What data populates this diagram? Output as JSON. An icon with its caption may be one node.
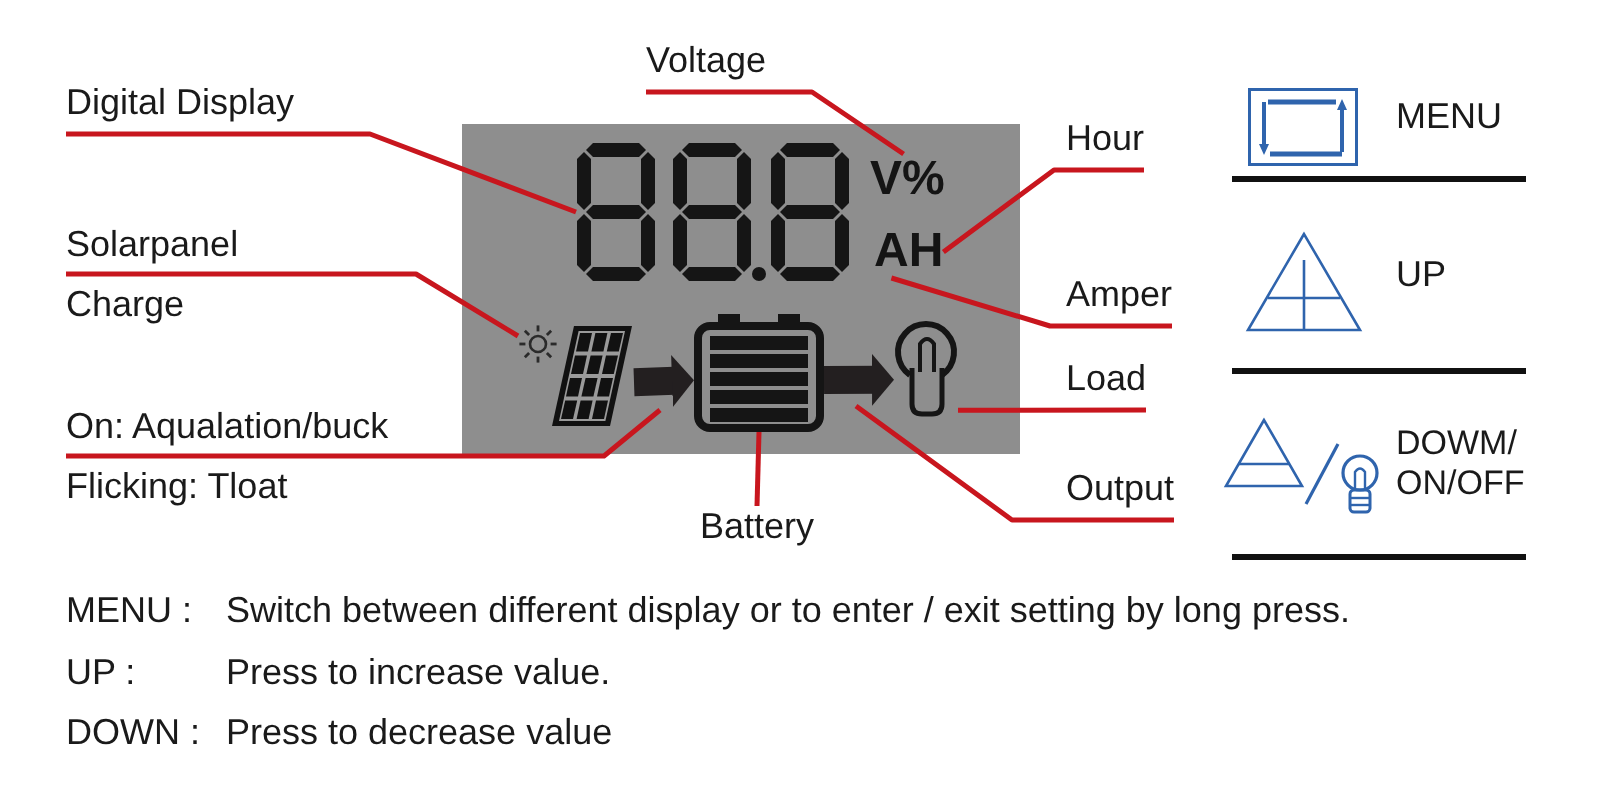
{
  "diagram": {
    "nodes": [
      {
        "text": [
          "Voltage"
        ]
      },
      {
        "text": [
          "Digital Display"
        ]
      },
      {
        "text": [
          "Hour"
        ]
      },
      {
        "text": [],
        "shape": "box"
      },
      {
        "text": [],
        "shape": "picture",
        "in": 3
      },
      {
        "text": [
          "V%"
        ],
        "in": 3
      },
      {
        "text": [
          "AH"
        ],
        "in": 3
      },
      {
        "text": [],
        "shape": "picture",
        "in": 3
      },
      {
        "text": [],
        "shape": "picture",
        "in": 3
      },
      {
        "text": [],
        "shape": "picture",
        "in": 3
      },
      {
        "text": [],
        "shape": "picture",
        "in": 3
      },
      {
        "text": [
          "Solarpanel",
          "Charge"
        ]
      },
      {
        "text": [
          "Amper"
        ]
      },
      {
        "text": [
          "Load"
        ]
      },
      {
        "text": [
          "On: Aqualation/buck",
          "Flicking: Tloat"
        ]
      },
      {
        "text": [
          "Output"
        ]
      },
      {
        "text": [
          "Battery"
        ]
      }
    ],
    "edges": [
      {
        "from": 0,
        "to": 5,
        "arrow": "none"
      },
      {
        "from": 1,
        "to": 4,
        "arrow": "none"
      },
      {
        "from": 2,
        "to": 6,
        "arrow": "none"
      },
      {
        "from": 11,
        "to": 7,
        "arrow": "none"
      },
      {
        "from": 12,
        "to": 6,
        "arrow": "none"
      },
      {
        "from": 13,
        "to": 10,
        "arrow": "none"
      },
      {
        "from": 14,
        "to": null,
        "arrow": "none"
      },
      {
        "from": 15,
        "to": null,
        "arrow": "none"
      },
      {
        "from": 16,
        "to": 9,
        "arrow": "none"
      },
      {
        "from": 8,
        "to": 9,
        "arrow": "to",
        "style": "thick",
        "color": "#231f20"
      },
      {
        "from": 9,
        "to": 10,
        "arrow": "to",
        "style": "thick",
        "color": "#231f20"
      }
    ],
    "labels": [
      "MENU",
      "UP",
      "DOWM/ ON/OFF",
      "MENU :",
      "Switch between different display or to enter / exit setting by long press.",
      "UP :",
      "Press to increase value.",
      "DOWN :",
      "Press to decrease value"
    ]
  }
}
